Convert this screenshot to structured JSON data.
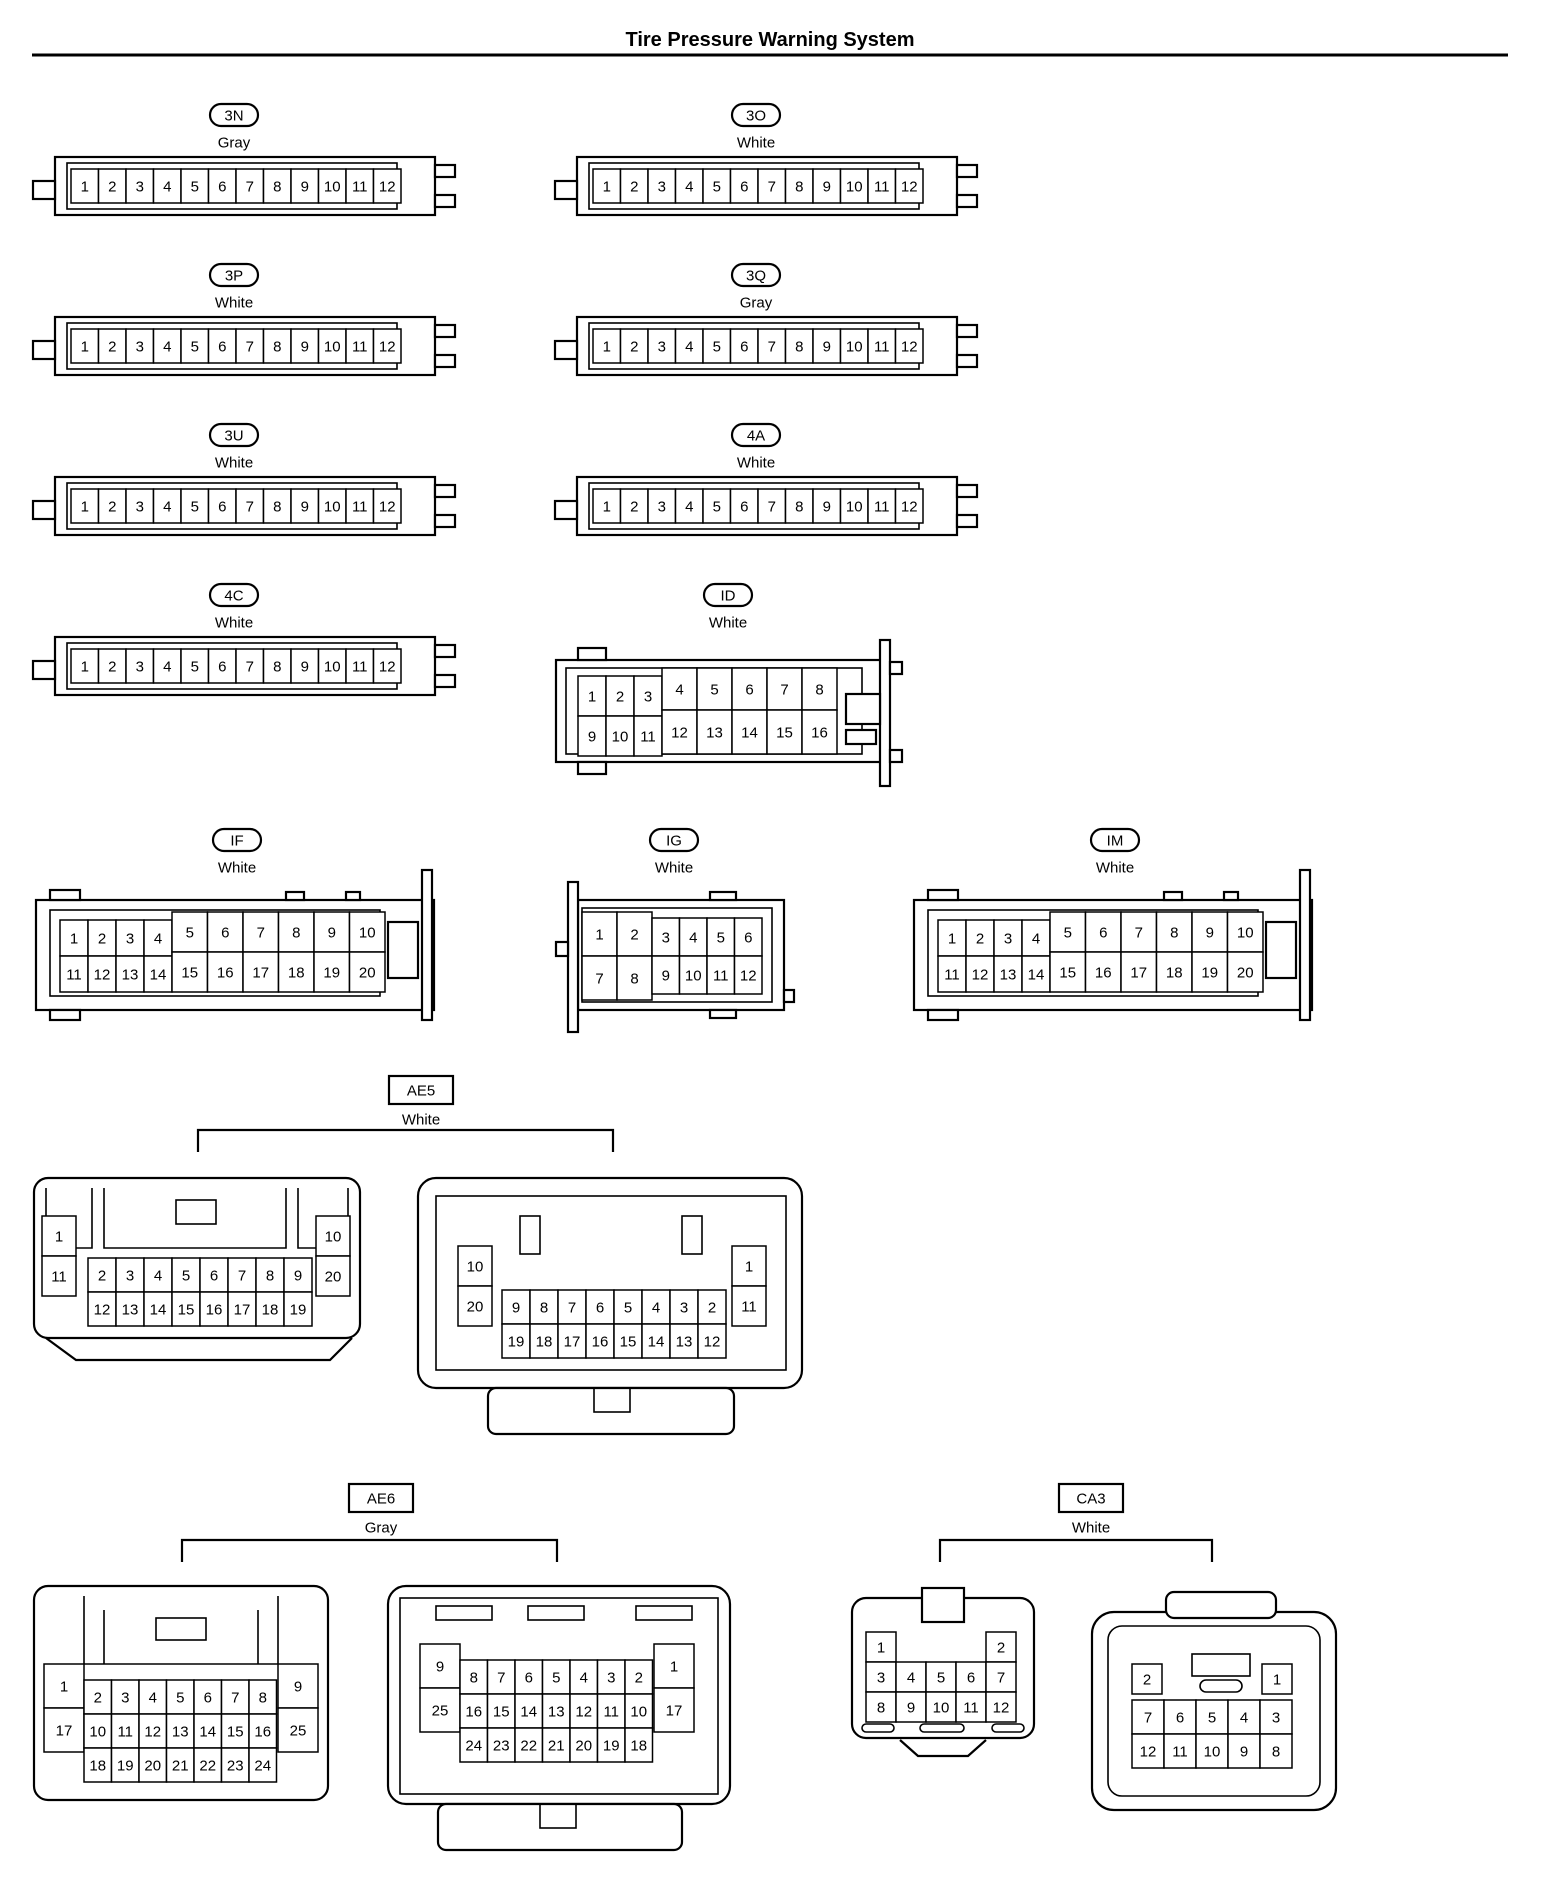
{
  "title": "Tire Pressure Warning System",
  "connectors": [
    {
      "id": "3N",
      "color": "Gray",
      "pins": [
        "1",
        "2",
        "3",
        "4",
        "5",
        "6",
        "7",
        "8",
        "9",
        "10",
        "11",
        "12"
      ]
    },
    {
      "id": "3O",
      "color": "White",
      "pins": [
        "1",
        "2",
        "3",
        "4",
        "5",
        "6",
        "7",
        "8",
        "9",
        "10",
        "11",
        "12"
      ]
    },
    {
      "id": "3P",
      "color": "White",
      "pins": [
        "1",
        "2",
        "3",
        "4",
        "5",
        "6",
        "7",
        "8",
        "9",
        "10",
        "11",
        "12"
      ]
    },
    {
      "id": "3Q",
      "color": "Gray",
      "pins": [
        "1",
        "2",
        "3",
        "4",
        "5",
        "6",
        "7",
        "8",
        "9",
        "10",
        "11",
        "12"
      ]
    },
    {
      "id": "3U",
      "color": "White",
      "pins": [
        "1",
        "2",
        "3",
        "4",
        "5",
        "6",
        "7",
        "8",
        "9",
        "10",
        "11",
        "12"
      ]
    },
    {
      "id": "4A",
      "color": "White",
      "pins": [
        "1",
        "2",
        "3",
        "4",
        "5",
        "6",
        "7",
        "8",
        "9",
        "10",
        "11",
        "12"
      ]
    },
    {
      "id": "4C",
      "color": "White",
      "pins": [
        "1",
        "2",
        "3",
        "4",
        "5",
        "6",
        "7",
        "8",
        "9",
        "10",
        "11",
        "12"
      ]
    },
    {
      "id": "ID",
      "color": "White",
      "pins": [
        "1",
        "2",
        "3",
        "4",
        "5",
        "6",
        "7",
        "8",
        "9",
        "10",
        "11",
        "12",
        "13",
        "14",
        "15",
        "16"
      ]
    },
    {
      "id": "IF",
      "color": "White",
      "pins": [
        "1",
        "2",
        "3",
        "4",
        "5",
        "6",
        "7",
        "8",
        "9",
        "10",
        "11",
        "12",
        "13",
        "14",
        "15",
        "16",
        "17",
        "18",
        "19",
        "20"
      ]
    },
    {
      "id": "IG",
      "color": "White",
      "pins": [
        "1",
        "2",
        "3",
        "4",
        "5",
        "6",
        "7",
        "8",
        "9",
        "10",
        "11",
        "12"
      ]
    },
    {
      "id": "IM",
      "color": "White",
      "pins": [
        "1",
        "2",
        "3",
        "4",
        "5",
        "6",
        "7",
        "8",
        "9",
        "10",
        "11",
        "12",
        "13",
        "14",
        "15",
        "16",
        "17",
        "18",
        "19",
        "20"
      ]
    },
    {
      "id": "AE5",
      "color": "White",
      "left_pins": [
        "1",
        "11",
        "2",
        "3",
        "4",
        "5",
        "6",
        "7",
        "8",
        "9",
        "12",
        "13",
        "14",
        "15",
        "16",
        "17",
        "18",
        "19",
        "10",
        "20"
      ],
      "right_pins": [
        "10",
        "20",
        "9",
        "8",
        "7",
        "6",
        "5",
        "4",
        "3",
        "2",
        "19",
        "18",
        "17",
        "16",
        "15",
        "14",
        "13",
        "12",
        "1",
        "11"
      ]
    },
    {
      "id": "AE6",
      "color": "Gray",
      "left_pins": [
        "1",
        "17",
        "2",
        "3",
        "4",
        "5",
        "6",
        "7",
        "8",
        "10",
        "11",
        "12",
        "13",
        "14",
        "15",
        "16",
        "18",
        "19",
        "20",
        "21",
        "22",
        "23",
        "24",
        "9",
        "25"
      ],
      "right_pins": [
        "9",
        "25",
        "8",
        "7",
        "6",
        "5",
        "4",
        "3",
        "2",
        "16",
        "15",
        "14",
        "13",
        "12",
        "11",
        "10",
        "24",
        "23",
        "22",
        "21",
        "20",
        "19",
        "18",
        "1",
        "17"
      ]
    },
    {
      "id": "CA3",
      "color": "White",
      "left_pins": [
        "1",
        "2",
        "3",
        "4",
        "5",
        "6",
        "7",
        "8",
        "9",
        "10",
        "11",
        "12"
      ],
      "right_pins": [
        "2",
        "1",
        "7",
        "6",
        "5",
        "4",
        "3",
        "12",
        "11",
        "10",
        "9",
        "8"
      ]
    }
  ]
}
